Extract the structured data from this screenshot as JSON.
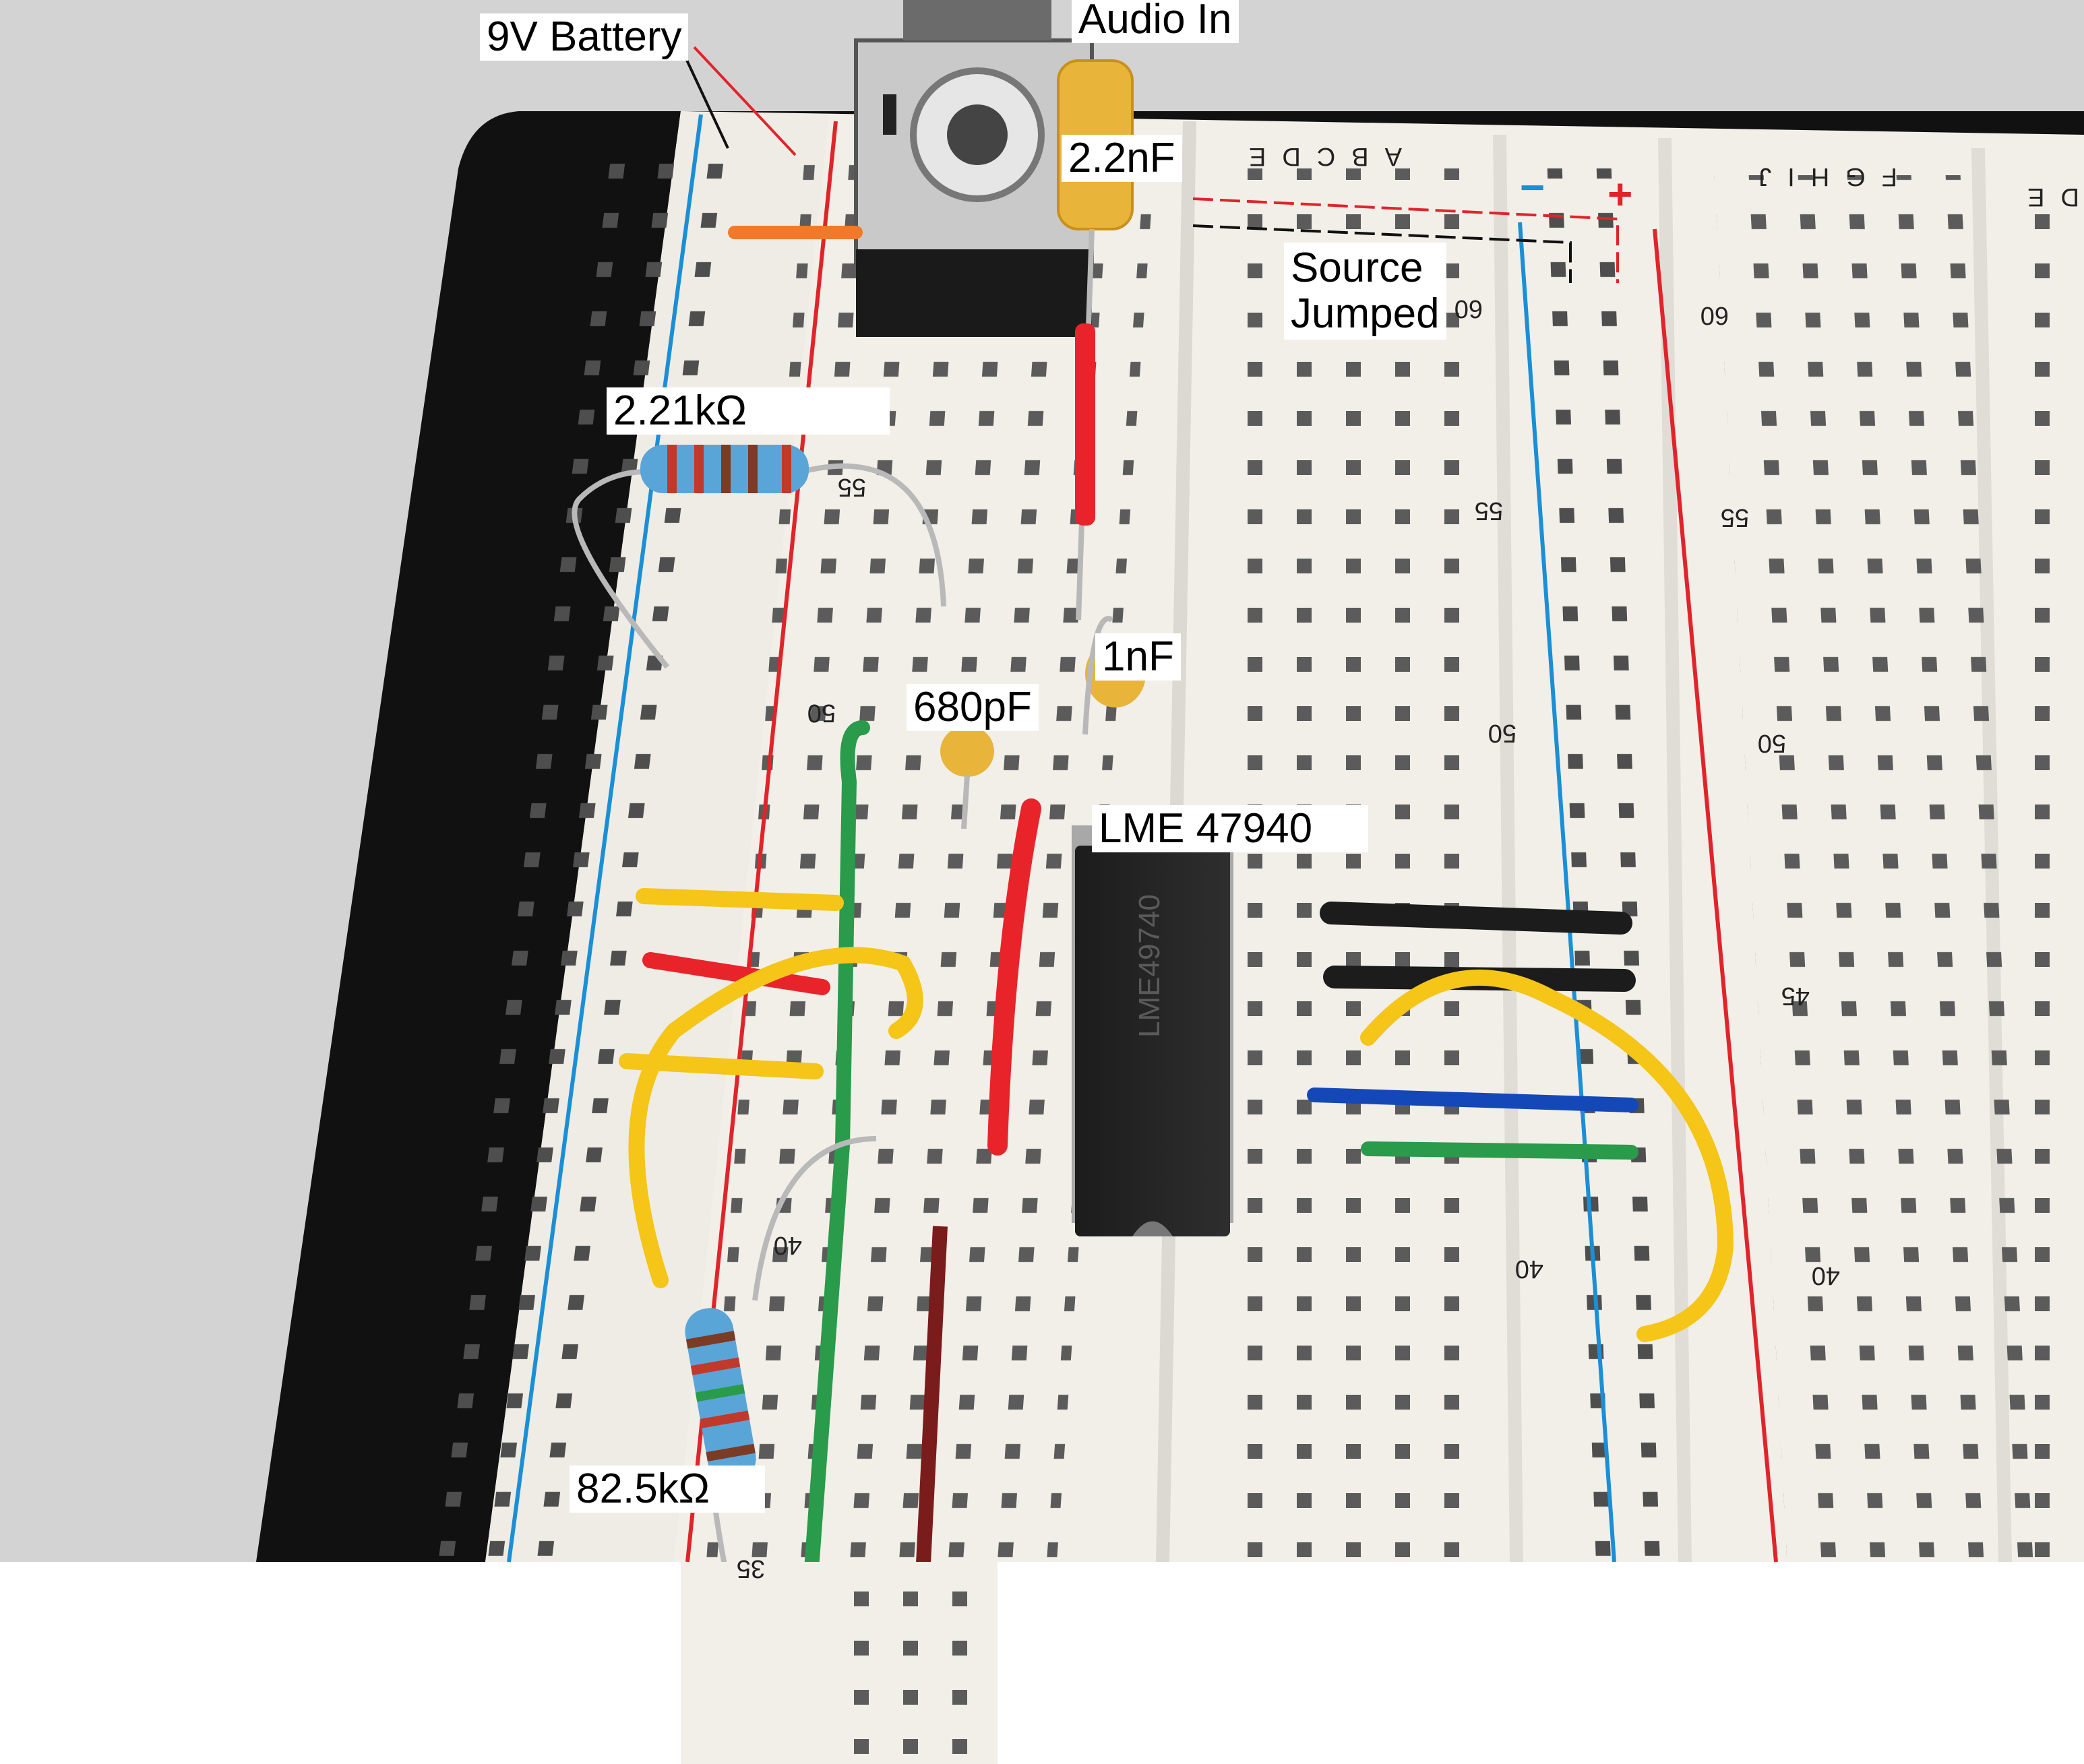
{
  "labels": {
    "battery": "9V Battery",
    "audio_in": "Audio In",
    "cap_2_2nf": "2.2nF",
    "source_jumped": "Source\nJumped",
    "res_2_21k": "2.21kΩ",
    "cap_1nf": "1nF",
    "cap_680pf": "680pF",
    "ic": "LME 47940",
    "res_82_5k": "82.5kΩ"
  },
  "breadboard": {
    "row_letters_left": "ABCDE",
    "row_letters_right": "FGHIJ",
    "row_letters_far": "DE",
    "rail_minus": "−",
    "rail_plus": "+",
    "row_numbers": [
      "60",
      "55",
      "50",
      "45",
      "40",
      "35"
    ]
  },
  "ic_marking": "LME49740",
  "colors": {
    "breadboard": "#f2efe9",
    "rail_red": "#e0242a",
    "rail_blue": "#1a8fd6",
    "background": "#d4d3d3",
    "backing_board": "#111111"
  }
}
